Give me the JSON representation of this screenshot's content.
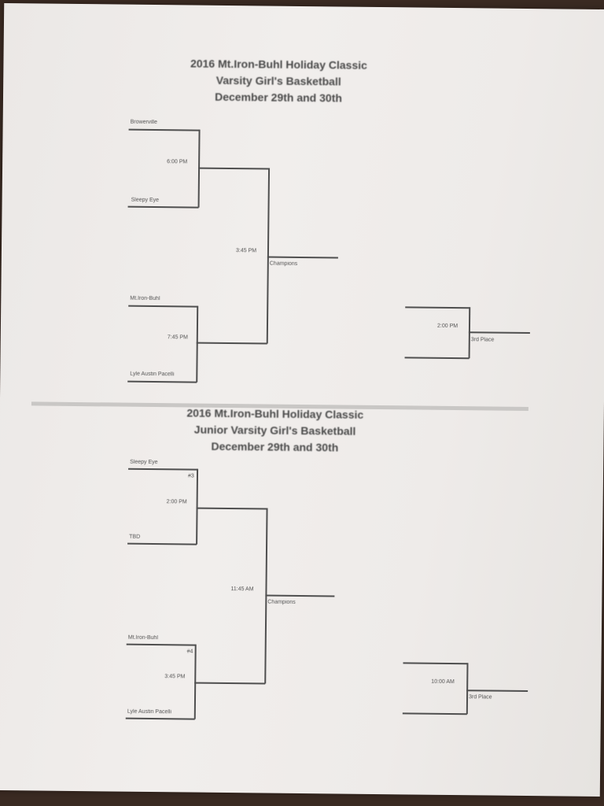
{
  "varsity": {
    "title_line1": "2016 Mt.Iron-Buhl Holiday Classic",
    "title_line2": "Varsity Girl's Basketball",
    "title_line3": "December 29th and 30th",
    "team1": "Browerville",
    "team2": "Sleepy Eye",
    "team3": "Mt.Iron-Buhl",
    "team4": "Lyle Austin Pacelli",
    "game1_time": "6:00 PM",
    "game2_time": "7:45 PM",
    "final_time": "3:45 PM",
    "champions_label": "Champions",
    "third_time": "2:00 PM",
    "third_label": "3rd Place"
  },
  "jv": {
    "title_line1": "2016 Mt.Iron-Buhl Holiday Classic",
    "title_line2": "Junior Varsity Girl's Basketball",
    "title_line3": "December 29th and 30th",
    "team1": "Sleepy Eye",
    "seed1": "#3",
    "team2": "TBD",
    "team3": "Mt.Iron-Buhl",
    "seed3": "#4",
    "team4": "Lyle Austin Pacelli",
    "game1_time": "2:00 PM",
    "game2_time": "3:45 PM",
    "final_time": "11:45 AM",
    "champions_label": "Champions",
    "third_time": "10:00 AM",
    "third_label": "3rd Place"
  }
}
